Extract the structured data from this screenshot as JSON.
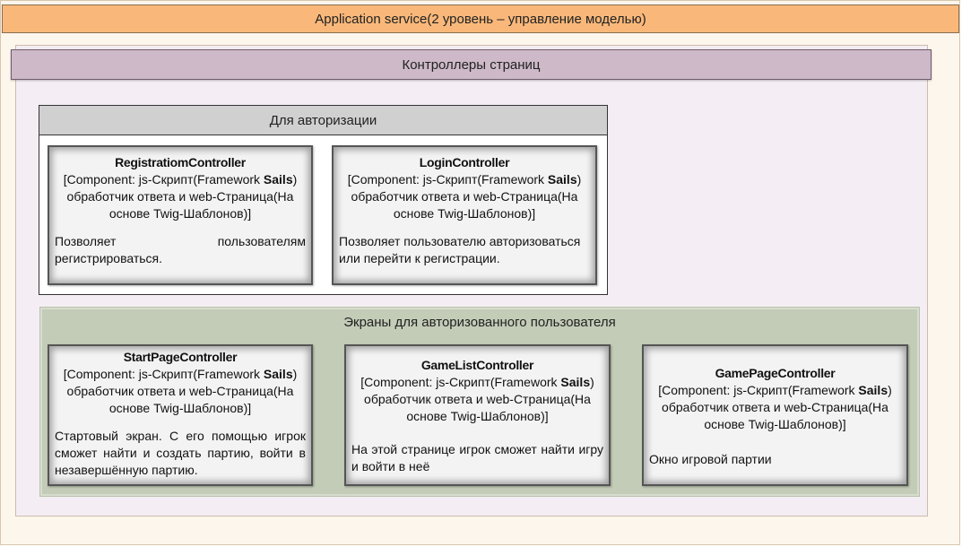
{
  "top_bar": {
    "label": "Application service(2 уровень – управление моделью)"
  },
  "controllers_bar": {
    "label": "Контроллеры страниц"
  },
  "auth_group": {
    "header": "Для авторизации",
    "components": [
      {
        "title": "RegistratiomController",
        "tech_prefix": "[Component: js-Скрипт(Framework ",
        "tech_framework": "Sails",
        "tech_suffix": ") обработчик ответа и web-Страница(На основе Twig-Шаблонов)]",
        "desc_line1": "Позволяет пользователям",
        "desc_line2": "регистрироваться."
      },
      {
        "title": "LoginController",
        "tech_prefix": "[Component: js-Скрипт(Framework ",
        "tech_framework": "Sails",
        "tech_suffix": ") обработчик ответа и web-Страница(На основе Twig-Шаблонов)]",
        "desc": "Позволяет пользователю авторизоваться или перейти к регистрации."
      }
    ]
  },
  "authed_group": {
    "header": "Экраны для авторизованного пользователя",
    "components": [
      {
        "title": "StartPageController",
        "tech_prefix": "[Component: js-Скрипт(Framework ",
        "tech_framework": "Sails",
        "tech_suffix": ") обработчик ответа и web-Страница(На основе Twig-Шаблонов)]",
        "desc": "Стартовый экран. С его помощью игрок сможет найти и создать партию, войти в незавершённую партию."
      },
      {
        "title": "GameListController",
        "tech_prefix": "[Component: js-Скрипт(Framework ",
        "tech_framework": "Sails",
        "tech_suffix": ") обработчик ответа и web-Страница(На основе Twig-Шаблонов)]",
        "desc": "На этой странице игрок сможет найти игру и войти в неё"
      },
      {
        "title": "GamePageController",
        "tech_prefix": "[Component: js-Скрипт(Framework ",
        "tech_framework": "Sails",
        "tech_suffix": ") обработчик ответа и web-Страница(На основе Twig-Шаблонов)]",
        "desc": "Окно игровой партии"
      }
    ]
  }
}
